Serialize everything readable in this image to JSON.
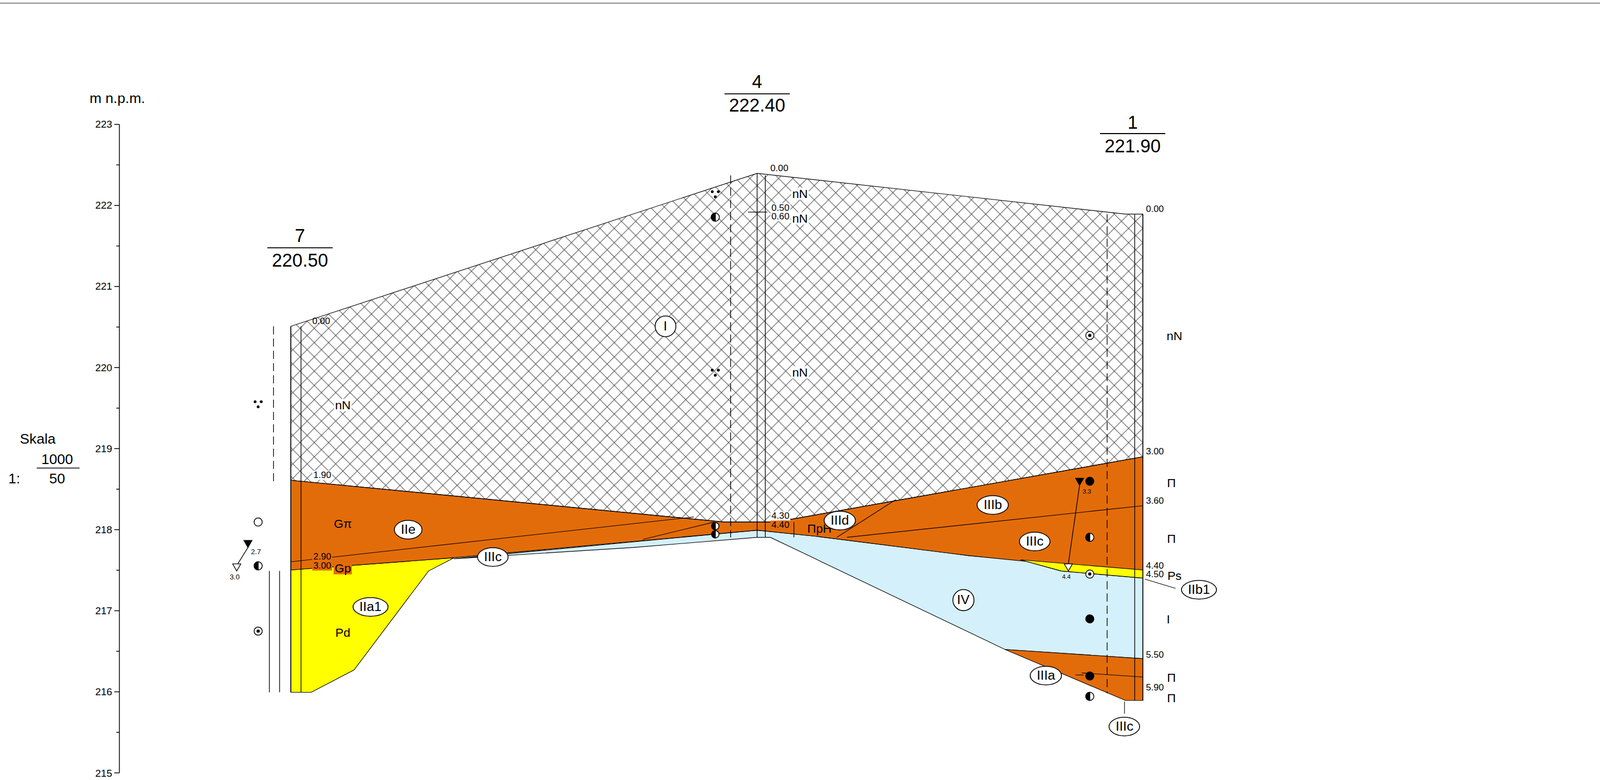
{
  "diagram": {
    "nodes": [
      {
        "text": [
          "I"
        ]
      },
      {
        "text": [
          "IIId"
        ]
      },
      {
        "text": [
          "IIIb"
        ]
      },
      {
        "text": [
          "IIe"
        ]
      },
      {
        "text": [
          "IIIc"
        ]
      },
      {
        "text": [
          "IIIc"
        ]
      },
      {
        "text": [
          "IIb1"
        ]
      },
      {
        "text": [
          "IIa1"
        ]
      },
      {
        "text": [
          "IV"
        ]
      },
      {
        "text": [
          "IIIa"
        ]
      },
      {
        "text": [
          "IIIc"
        ]
      }
    ],
    "labels": [
      "m n.p.m.",
      "223",
      "222",
      "221",
      "220",
      "219",
      "218",
      "217",
      "216",
      "215",
      "Skala",
      "1:",
      "1000",
      "50",
      "7",
      "220.50",
      "4",
      "222.40",
      "1",
      "221.90",
      "0.00",
      "nN",
      "1.90",
      "Gπ",
      "2.90",
      "3.00",
      "Gp",
      "Pd",
      "2.7",
      "3.0",
      "0.00",
      "nN",
      "0.50",
      "0.60",
      "nN",
      "nN",
      "4.30",
      "4.40",
      "ΠpH",
      "0.00",
      "nN",
      "3.00",
      "Π",
      "3.60",
      "Π",
      "4.40",
      "4.50",
      "Ps",
      "I",
      "5.50",
      "Π",
      "5.90",
      "Π",
      "3.3",
      "4.4"
    ]
  }
}
